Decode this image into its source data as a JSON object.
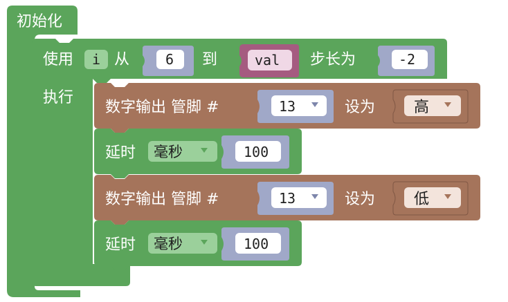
{
  "colors": {
    "green": "#5ba55b",
    "green_dark": "#3f7f3f",
    "green_light": "#9bd09b",
    "loop_green": "#5b9f5b",
    "brown": "#a5745b",
    "brown_dark": "#805744",
    "slate": "#a0a8c8",
    "slate_dark": "#7d86ab",
    "field_white": "#ffffff",
    "var_pink": "#a55b80",
    "var_field": "#f0d8e6"
  },
  "setup": {
    "label": "初始化"
  },
  "loop": {
    "use_label": "使用",
    "var_name": "i",
    "from_label": "从",
    "from_value": "6",
    "to_label": "到",
    "to_var": "val",
    "step_label": "步长为",
    "step_value": "-2",
    "do_label": "执行"
  },
  "blocks": [
    {
      "kind": "digital_write",
      "label": "数字输出 管脚 #",
      "pin": "13",
      "set_label": "设为",
      "level": "高"
    },
    {
      "kind": "delay",
      "label": "延时",
      "unit": "毫秒",
      "value": "100"
    },
    {
      "kind": "digital_write",
      "label": "数字输出 管脚 #",
      "pin": "13",
      "set_label": "设为",
      "level": "低"
    },
    {
      "kind": "delay",
      "label": "延时",
      "unit": "毫秒",
      "value": "100"
    }
  ],
  "icons": {
    "dropdown": "dropdown-triangle-icon"
  }
}
